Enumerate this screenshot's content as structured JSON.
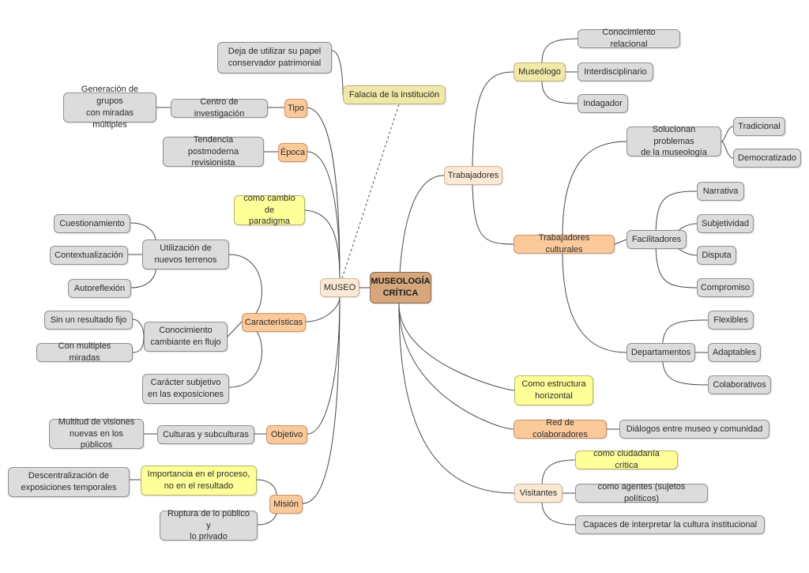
{
  "root": "MUSEOLOGÍA\nCRÍTICA",
  "museo": {
    "label": "MUSEO",
    "falacia": "Falacia de la institución",
    "deja": "Deja de utilizar su papel\nconservador patrimonial",
    "tipo": "Tipo",
    "centro": "Centro de investigación",
    "generacion": "Generación de grupos\ncon miradas múltiples",
    "epoca": "Época",
    "tendencia": "Tendencia postmoderna\nrevisionista",
    "cambio": "como cambio de\nparadigma",
    "caracteristicas": "Características",
    "utilizacion": "Utilización de\nnuevos terrenos",
    "cuestionamiento": "Cuestionamiento",
    "contextualizacion": "Contextualización",
    "autoreflexion": "Autoreflexión",
    "conocimiento_cambiante": "Conocimiento\ncambiante en flujo",
    "sin_resultado": "Sin un resultado fijo",
    "multiples_miradas": "Con multiples miradas",
    "caracter": "Carácter subjetivo\nen las exposiciones",
    "objetivo": "Objetivo",
    "culturas": "Culturas y subculturas",
    "multitud": "Multitud de visiones\nnuevas en los públicos",
    "mision": "Misión",
    "importancia": "Importancia en el proceso,\nno en el resultado",
    "descentralizacion": "Descentralización de\nexposiciones temporales",
    "ruptura": "Ruptura de lo público y\nlo privado"
  },
  "trabajadores": {
    "label": "Trabajadores",
    "museologo": "Museólogo",
    "relacional": "Conocimiento relacional",
    "interdisciplinario": "Interdisciplinario",
    "indagador": "Indagador",
    "culturales": "Trabajadores culturales",
    "solucionan": "Solucionan problemas\nde la museología",
    "tradicional": "Tradicional",
    "democratizado": "Democratizado",
    "facilitadores": "Facilitadores",
    "narrativa": "Narrativa",
    "subjetividad": "Subjetividad",
    "disputa": "Disputa",
    "compromiso": "Compromiso",
    "departamentos": "Departamentos",
    "flexibles": "Flexibles",
    "adaptables": "Adaptables",
    "colaborativos": "Colaborativos"
  },
  "estructura": "Como estructura\nhorizontal",
  "red": "Red de colaboradores",
  "dialogos": "Diálogos entre museo y comunidad",
  "visitantes": {
    "label": "Visitantes",
    "ciudadania": "como ciudadanía crítica",
    "agentes": "como agentes (sujetos políticos)",
    "capaces": "Capaces de interpretar la cultura institucional"
  },
  "colors": {
    "gray": "#dcdcdc",
    "yellow": "#ffff99",
    "orange": "#fcc99b",
    "peach": "#fbe9d4",
    "khaki": "#f0e8a8",
    "root": "#d6a77c",
    "line": "#4a4a4a"
  }
}
